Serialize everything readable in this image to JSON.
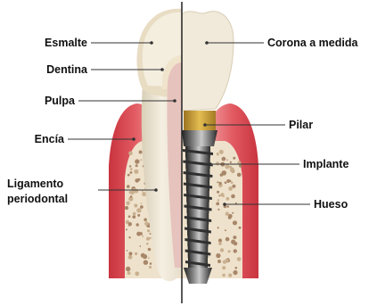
{
  "labels": {
    "enamel": "Esmalte",
    "dentin": "Dentina",
    "pulp": "Pulpa",
    "gum": "Encía",
    "ligament_line1": "Ligamento",
    "ligament_line2": "periodontal",
    "crown": "Corona a medida",
    "abutment": "Pilar",
    "implant": "Implante",
    "bone": "Hueso"
  },
  "colors": {
    "gum": "#d84a52",
    "gum_light": "#f2a6a6",
    "bone": "#efe2cc",
    "bone_speckle": "#a8876a",
    "enamel": "#eee6d3",
    "dentin": "#f3ead8",
    "pulp": "#e9c6c0",
    "crown": "#efe8d6",
    "abutment": "#d6a93a",
    "implant_thread": "#3b3b3b",
    "leader": "#333333"
  }
}
